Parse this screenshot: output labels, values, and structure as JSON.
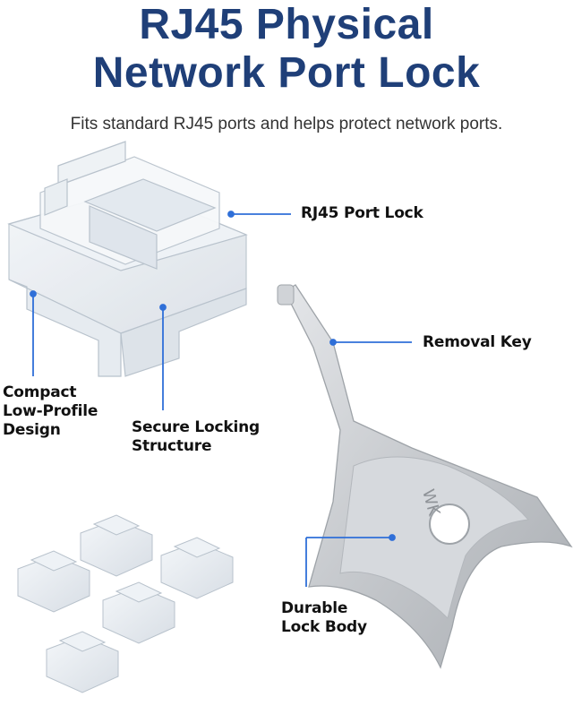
{
  "header": {
    "title_line1": "RJ45 Physical",
    "title_line2": "Network Port Lock",
    "subtitle": "Fits standard RJ45 ports and helps protect network ports."
  },
  "callouts": {
    "port_lock": "RJ45 Port Lock",
    "removal_key": "Removal Key",
    "compact_line1": "Compact",
    "compact_line2": "Low-Profile",
    "compact_line3": "Design",
    "secure_line1": "Secure Locking",
    "secure_line2": "Structure",
    "durable_line1": "Durable",
    "durable_line2": "Lock Body"
  },
  "key_engraving": "WK",
  "colors": {
    "title": "#1f3f78",
    "callout_line": "#2f6fd8",
    "key_metal": "#c9ccd0"
  }
}
